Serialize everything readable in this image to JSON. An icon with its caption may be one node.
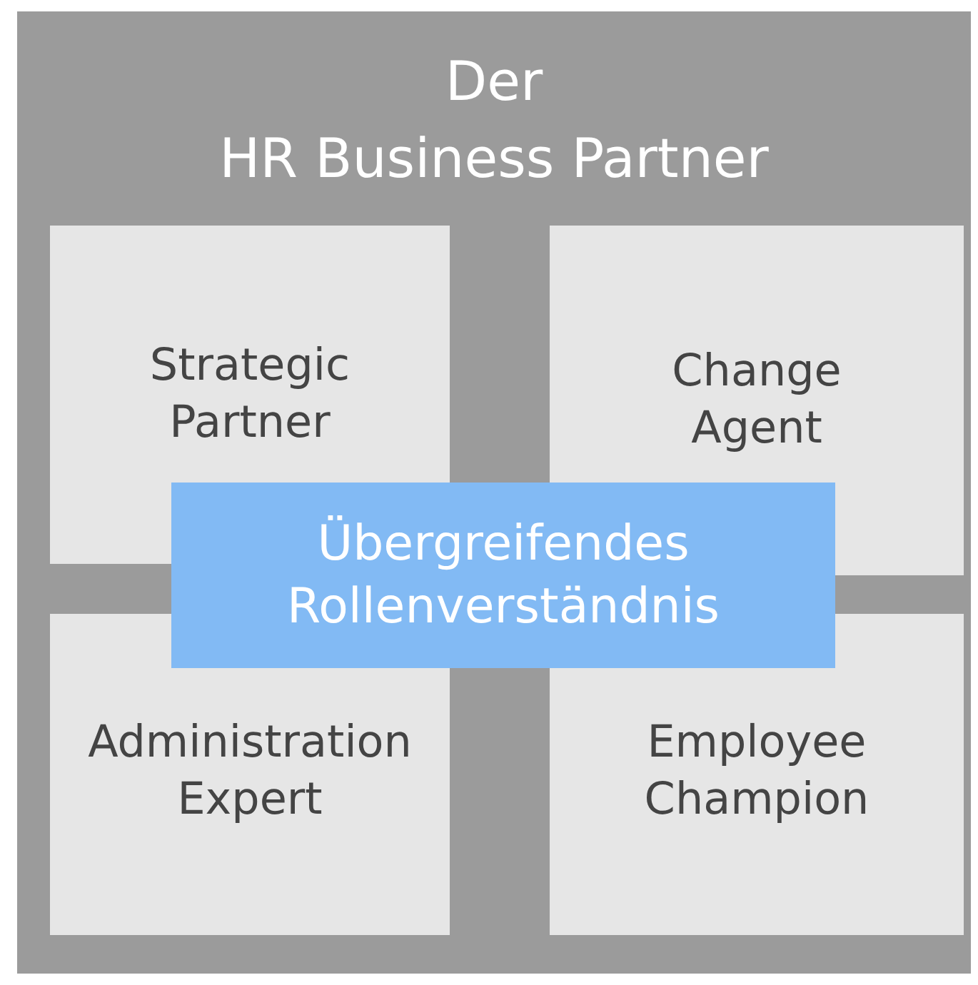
{
  "diagram": {
    "title": "Der HR Business Partner",
    "nodes": [
      {
        "text": [],
        "shape": "box"
      },
      {
        "text": [
          "Strategic Partner"
        ],
        "in": 0
      },
      {
        "text": [
          "Change Agent"
        ],
        "in": 0
      },
      {
        "text": [
          "Übergreifendes Rollenverständnis"
        ],
        "in": 0
      },
      {
        "text": [
          "Administration Expert"
        ],
        "in": 0
      },
      {
        "text": [
          "Employee Champion"
        ],
        "in": 0
      }
    ]
  }
}
